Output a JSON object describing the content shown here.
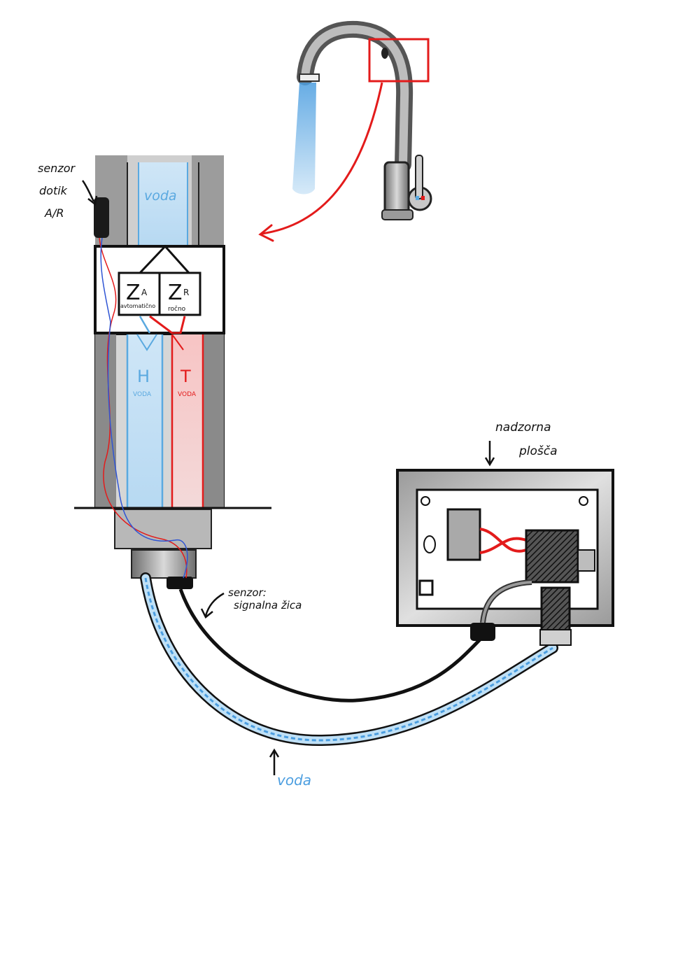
{
  "labels": {
    "senzor_dotik_1": "senzor",
    "senzor_dotik_2": "dotik",
    "senzor_dotik_3": "A/R",
    "voda_top": "voda",
    "valve_a_letter": "Z",
    "valve_a_sub": "A",
    "valve_a_caption": "avtomatično",
    "valve_r_letter": "Z",
    "valve_r_sub": "R",
    "valve_r_caption": "ročno",
    "cold_letter": "H",
    "cold_caption": "VODA",
    "hot_letter": "T",
    "hot_caption": "VODA",
    "signal_1": "senzor:",
    "signal_2": "signalna žica",
    "panel_1": "nadzorna",
    "panel_2": "plošča",
    "voda_bottom": "voda"
  },
  "colors": {
    "hot": "#e31b1b",
    "cold": "#5aa9e0",
    "ink": "#111111",
    "highlight_box": "#e31b1b",
    "metal": "#8a8a8a"
  }
}
